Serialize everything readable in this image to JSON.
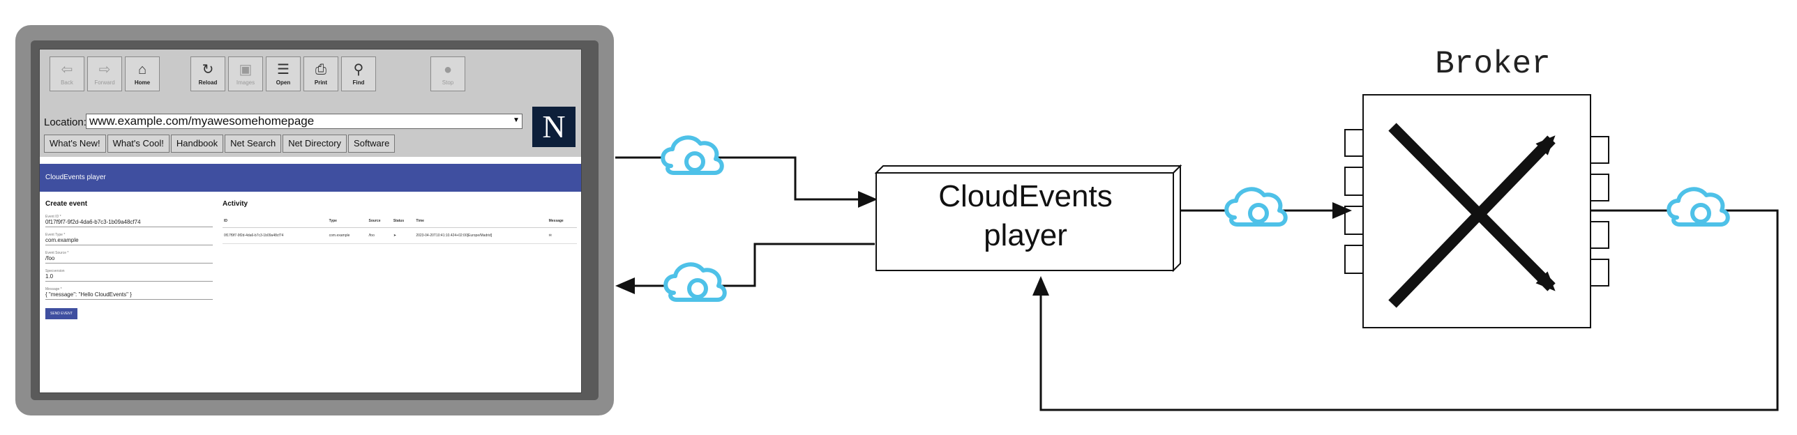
{
  "browser": {
    "toolbar": [
      {
        "label": "Back",
        "icon": "arrow-left-icon",
        "enabled": false
      },
      {
        "label": "Forward",
        "icon": "arrow-right-icon",
        "enabled": false
      },
      {
        "label": "Home",
        "icon": "home-icon",
        "enabled": true
      },
      {
        "label": "Reload",
        "icon": "reload-icon",
        "enabled": true
      },
      {
        "label": "Images",
        "icon": "images-icon",
        "enabled": false
      },
      {
        "label": "Open",
        "icon": "open-icon",
        "enabled": true
      },
      {
        "label": "Print",
        "icon": "print-icon",
        "enabled": true
      },
      {
        "label": "Find",
        "icon": "find-icon",
        "enabled": true
      },
      {
        "label": "Stop",
        "icon": "stop-icon",
        "enabled": false
      }
    ],
    "location_label": "Location:",
    "location_url": "www.example.com/myawesomehomepage",
    "directory_buttons": [
      "What's New!",
      "What's Cool!",
      "Handbook",
      "Net Search",
      "Net Directory",
      "Software"
    ],
    "logo_letter": "N"
  },
  "app": {
    "header": "CloudEvents player",
    "create": {
      "title": "Create event",
      "fields": [
        {
          "label": "Event ID *",
          "value": "0f17f9f7-9f2d-4da6-b7c3-1b09a48cf74"
        },
        {
          "label": "Event Type *",
          "value": "com.example"
        },
        {
          "label": "Event Source *",
          "value": "/foo"
        },
        {
          "label": "Specversion",
          "value": "1.0"
        },
        {
          "label": "Message *",
          "value": "{ \"message\": \"Hello CloudEvents\" }"
        }
      ],
      "send_label": "SEND EVENT"
    },
    "activity": {
      "title": "Activity",
      "columns": [
        "ID",
        "Type",
        "Source",
        "Status",
        "Time",
        "Message"
      ],
      "rows": [
        {
          "id": "0f17f9f7-9f2d-4da6-b7c3-1b09a48cf74",
          "type": "com.example",
          "source": "/foo",
          "time": "2023-04-20T10:41:10.424+02:00[Europe/Madrid]"
        }
      ]
    }
  },
  "diagram": {
    "player_label_line1": "CloudEvents",
    "player_label_line2": "player",
    "broker_title": "Broker",
    "event_icon_color": "#4ec1e8"
  }
}
